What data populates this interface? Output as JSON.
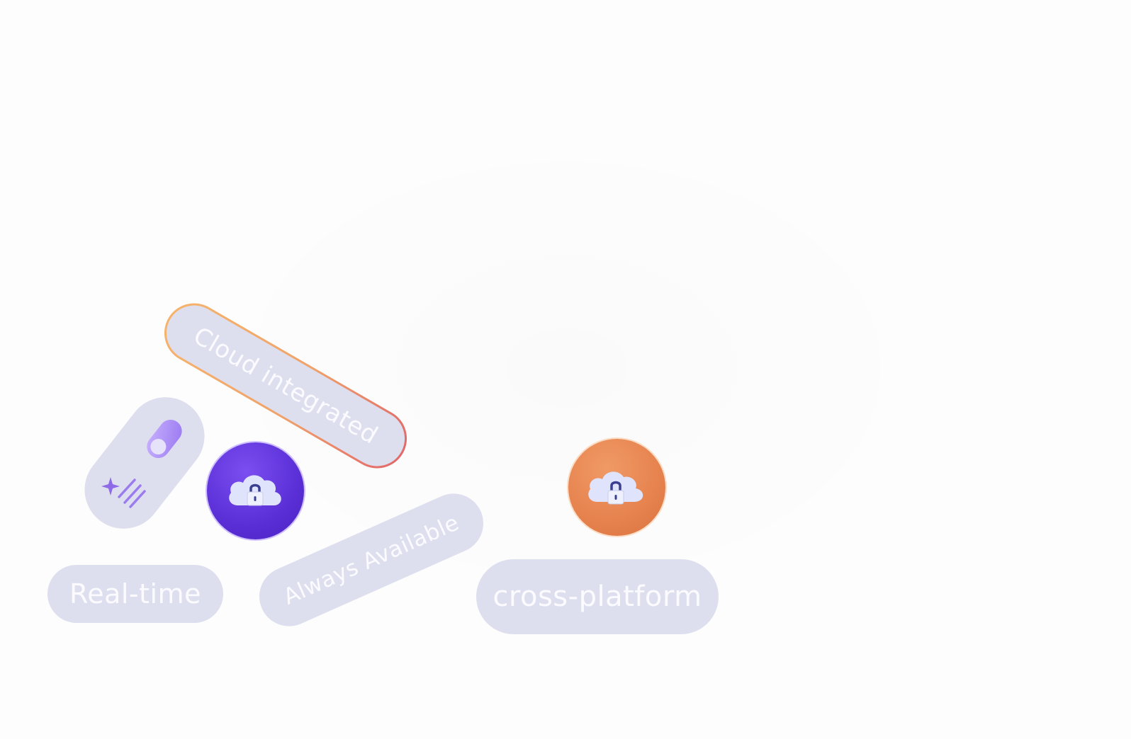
{
  "tags": {
    "cloud_integrated": "Cloud integrated",
    "always_available": "Always Available",
    "real_time": "Real-time",
    "cross_platform": "cross-platform"
  },
  "icons": {
    "toggle": "toggle-sparkle-icon",
    "secure_cloud": "cloud-lock-icon"
  },
  "colors": {
    "pill_background": "#dedfee",
    "pill_text": "#fbfbff",
    "purple_badge": "#5a2fd6",
    "orange_badge": "#e6824e",
    "gradient_border_start": "#f6b36b",
    "gradient_border_end": "#e26a6a"
  }
}
